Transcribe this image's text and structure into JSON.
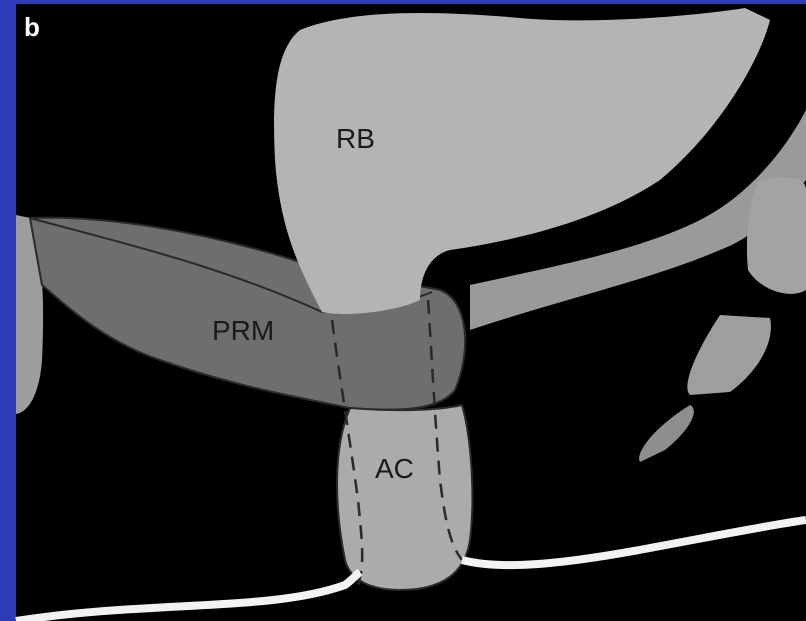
{
  "panel_label": "b",
  "labels": {
    "rb": "RB",
    "prm": "PRM",
    "ac": "AC"
  },
  "colors": {
    "border": "#2e3bb8",
    "background": "#000000",
    "rb_fill": "#b4b4b4",
    "prm_fill": "#6e6e6e",
    "ac_fill": "#ababab",
    "bone_fill": "#9d9d9d",
    "skin_line": "#f2f2f2"
  }
}
